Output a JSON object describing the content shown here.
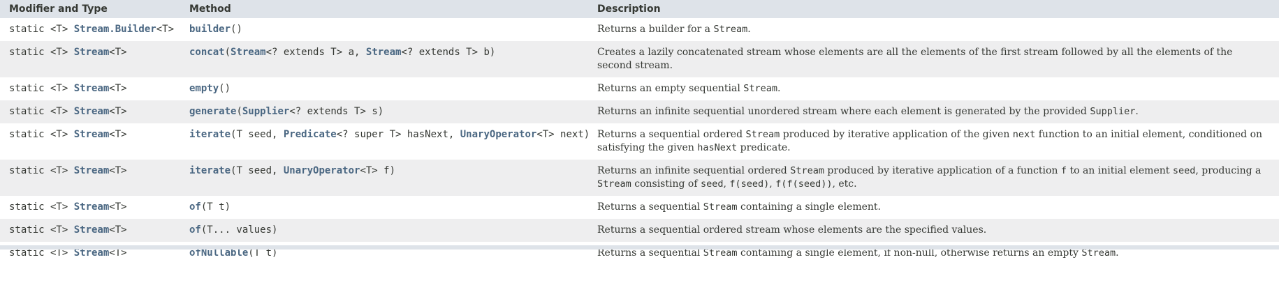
{
  "headers": {
    "modifier": "Modifier and Type",
    "method": "Method",
    "description": "Description"
  },
  "rows": [
    {
      "mod": {
        "pre": "static <T> ",
        "link": "Stream.Builder",
        "post": "<T>"
      },
      "meth": [
        {
          "t": "builder",
          "link": true
        },
        {
          "t": "()"
        }
      ],
      "desc": [
        {
          "t": "Returns a builder for a "
        },
        {
          "t": "Stream",
          "code": true
        },
        {
          "t": "."
        }
      ]
    },
    {
      "mod": {
        "pre": "static <T> ",
        "link": "Stream",
        "post": "<T>"
      },
      "meth": [
        {
          "t": "concat",
          "link": true
        },
        {
          "t": "("
        },
        {
          "t": "Stream",
          "link": true
        },
        {
          "t": "<? extends T> a, "
        },
        {
          "t": "Stream",
          "link": true
        },
        {
          "t": "<? extends T> b)"
        }
      ],
      "desc": [
        {
          "t": "Creates a lazily concatenated stream whose elements are all the elements of the first stream followed by all the elements of the second stream."
        }
      ]
    },
    {
      "mod": {
        "pre": "static <T> ",
        "link": "Stream",
        "post": "<T>"
      },
      "meth": [
        {
          "t": "empty",
          "link": true
        },
        {
          "t": "()"
        }
      ],
      "desc": [
        {
          "t": "Returns an empty sequential "
        },
        {
          "t": "Stream",
          "code": true
        },
        {
          "t": "."
        }
      ]
    },
    {
      "mod": {
        "pre": "static <T> ",
        "link": "Stream",
        "post": "<T>"
      },
      "meth": [
        {
          "t": "generate",
          "link": true
        },
        {
          "t": "("
        },
        {
          "t": "Supplier",
          "link": true
        },
        {
          "t": "<? extends T> s)"
        }
      ],
      "desc": [
        {
          "t": "Returns an infinite sequential unordered stream where each element is generated by the provided "
        },
        {
          "t": "Supplier",
          "code": true
        },
        {
          "t": "."
        }
      ]
    },
    {
      "mod": {
        "pre": "static <T> ",
        "link": "Stream",
        "post": "<T>"
      },
      "meth": [
        {
          "t": "iterate",
          "link": true
        },
        {
          "t": "(T seed, "
        },
        {
          "t": "Predicate",
          "link": true
        },
        {
          "t": "<? super T> hasNext, "
        },
        {
          "t": "UnaryOperator",
          "link": true
        },
        {
          "t": "<T> next)"
        }
      ],
      "desc": [
        {
          "t": "Returns a sequential ordered "
        },
        {
          "t": "Stream",
          "code": true
        },
        {
          "t": " produced by iterative application of the given "
        },
        {
          "t": "next",
          "code": true
        },
        {
          "t": " function to an initial element, conditioned on satisfying the given "
        },
        {
          "t": "hasNext",
          "code": true
        },
        {
          "t": " predicate."
        }
      ]
    },
    {
      "mod": {
        "pre": "static <T> ",
        "link": "Stream",
        "post": "<T>"
      },
      "meth": [
        {
          "t": "iterate",
          "link": true
        },
        {
          "t": "(T seed, "
        },
        {
          "t": "UnaryOperator",
          "link": true
        },
        {
          "t": "<T> f)"
        }
      ],
      "desc": [
        {
          "t": "Returns an infinite sequential ordered "
        },
        {
          "t": "Stream",
          "code": true
        },
        {
          "t": " produced by iterative application of a function "
        },
        {
          "t": "f",
          "code": true
        },
        {
          "t": " to an initial element "
        },
        {
          "t": "seed",
          "code": true
        },
        {
          "t": ", producing a "
        },
        {
          "t": "Stream",
          "code": true
        },
        {
          "t": " consisting of "
        },
        {
          "t": "seed",
          "code": true
        },
        {
          "t": ", "
        },
        {
          "t": "f(seed)",
          "code": true
        },
        {
          "t": ", "
        },
        {
          "t": "f(f(seed))",
          "code": true
        },
        {
          "t": ", etc."
        }
      ]
    },
    {
      "mod": {
        "pre": "static <T> ",
        "link": "Stream",
        "post": "<T>"
      },
      "meth": [
        {
          "t": "of",
          "link": true
        },
        {
          "t": "(T t)"
        }
      ],
      "desc": [
        {
          "t": "Returns a sequential "
        },
        {
          "t": "Stream",
          "code": true
        },
        {
          "t": " containing a single element."
        }
      ]
    },
    {
      "mod": {
        "pre": "static <T> ",
        "link": "Stream",
        "post": "<T>"
      },
      "meth": [
        {
          "t": "of",
          "link": true
        },
        {
          "t": "(T... values)"
        }
      ],
      "desc": [
        {
          "t": "Returns a sequential ordered stream whose elements are the specified values."
        }
      ]
    },
    {
      "mod": {
        "pre": "static <T> ",
        "link": "Stream",
        "post": "<T>"
      },
      "meth": [
        {
          "t": "ofNullable",
          "link": true
        },
        {
          "t": "(T t)"
        }
      ],
      "desc": [
        {
          "t": "Returns a sequential "
        },
        {
          "t": "Stream",
          "code": true
        },
        {
          "t": " containing a single element, if non-null, otherwise returns an empty "
        },
        {
          "t": "Stream",
          "code": true
        },
        {
          "t": "."
        }
      ]
    }
  ],
  "colors": {
    "header_bg": "#dee3e9",
    "alt_row_bg": "#eeeeef",
    "link": "#4a6782",
    "text": "#353833"
  }
}
